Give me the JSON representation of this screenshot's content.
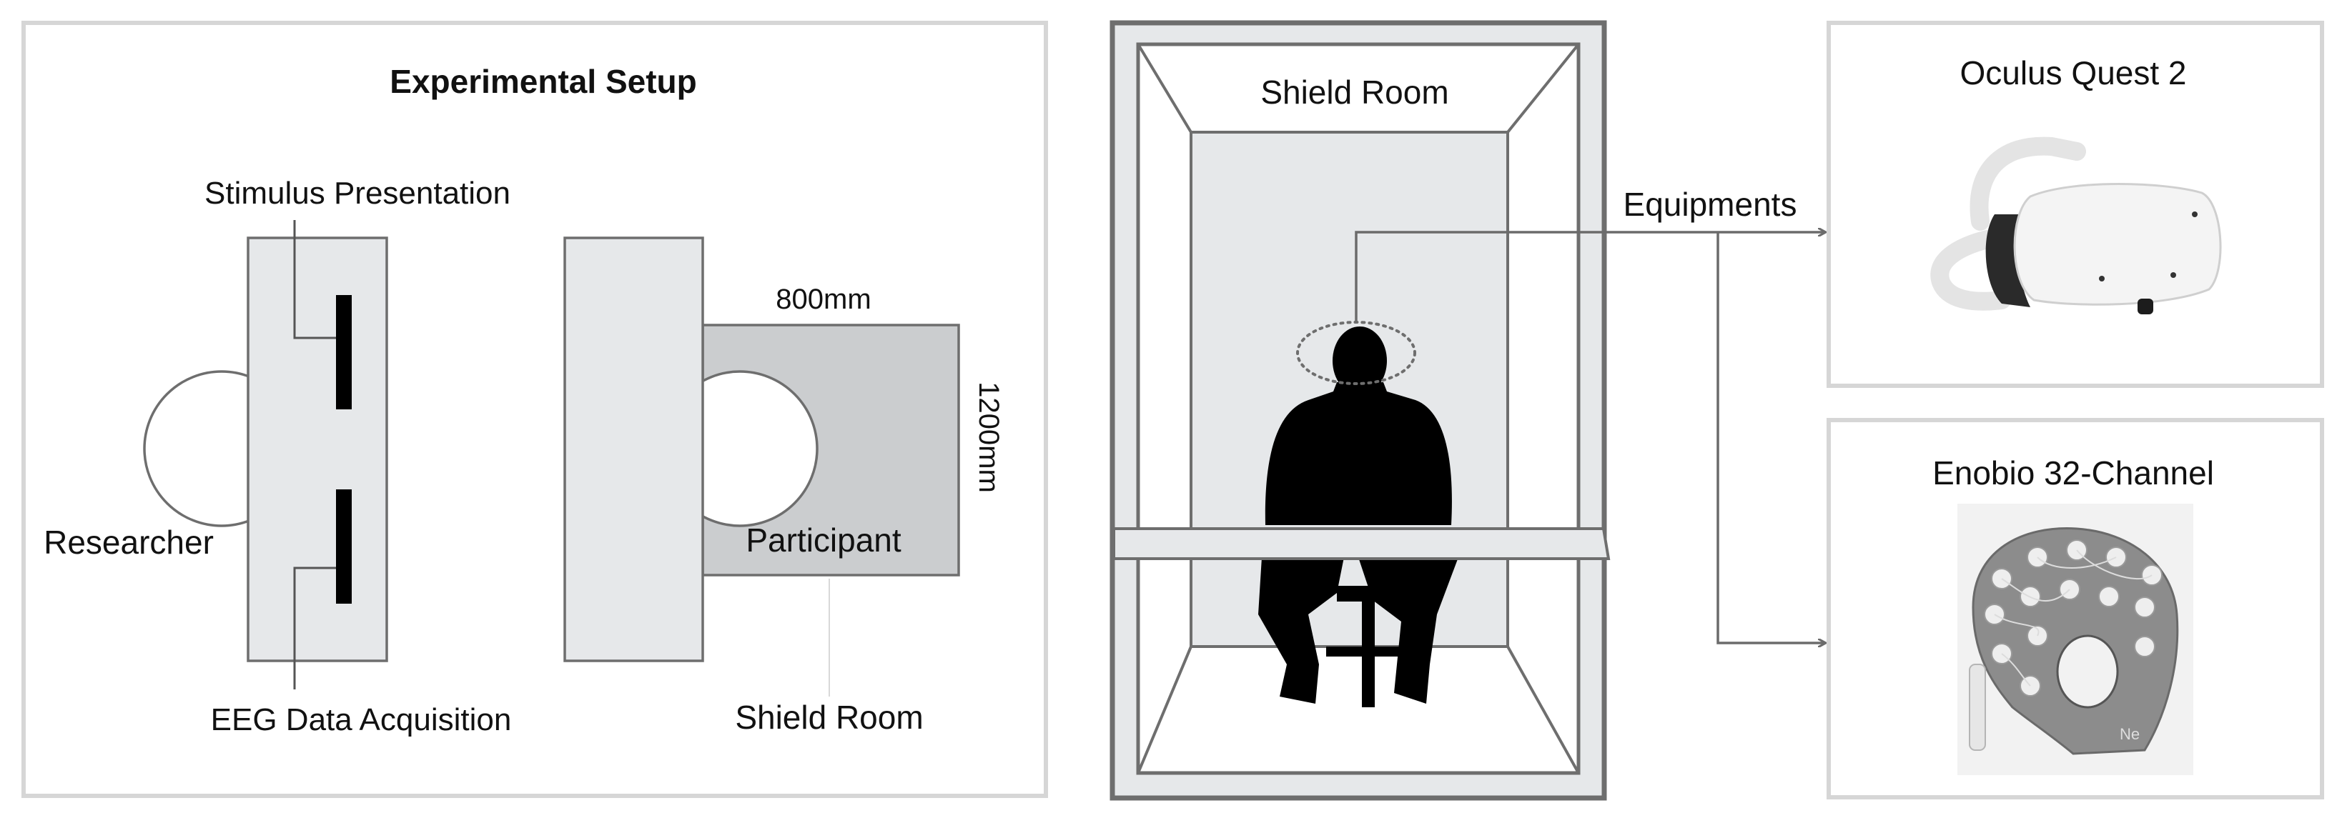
{
  "left_panel": {
    "title": "Experimental Setup",
    "stimulus_label": "Stimulus Presentation",
    "eeg_label": "EEG Data Acquisition",
    "researcher_label": "Researcher",
    "participant_label": "Participant",
    "shield_room_label": "Shield Room",
    "width_dim": "800mm",
    "height_dim": "1200mm"
  },
  "middle_panel": {
    "shield_room_label": "Shield Room",
    "equipments_label": "Equipments"
  },
  "right_top": {
    "title": "Oculus Quest 2"
  },
  "right_bottom": {
    "title": "Enobio 32-Channel",
    "logo_text": "Ne"
  },
  "colors": {
    "panel_border": "#d6d6d6",
    "room_border": "#6e6e6e",
    "room_fill": "#e6e8ea",
    "desk_fill": "#e6e8ea",
    "table_fill": "#cbcdcf",
    "silhouette": "#000000",
    "arrow": "#6b6b6b"
  }
}
